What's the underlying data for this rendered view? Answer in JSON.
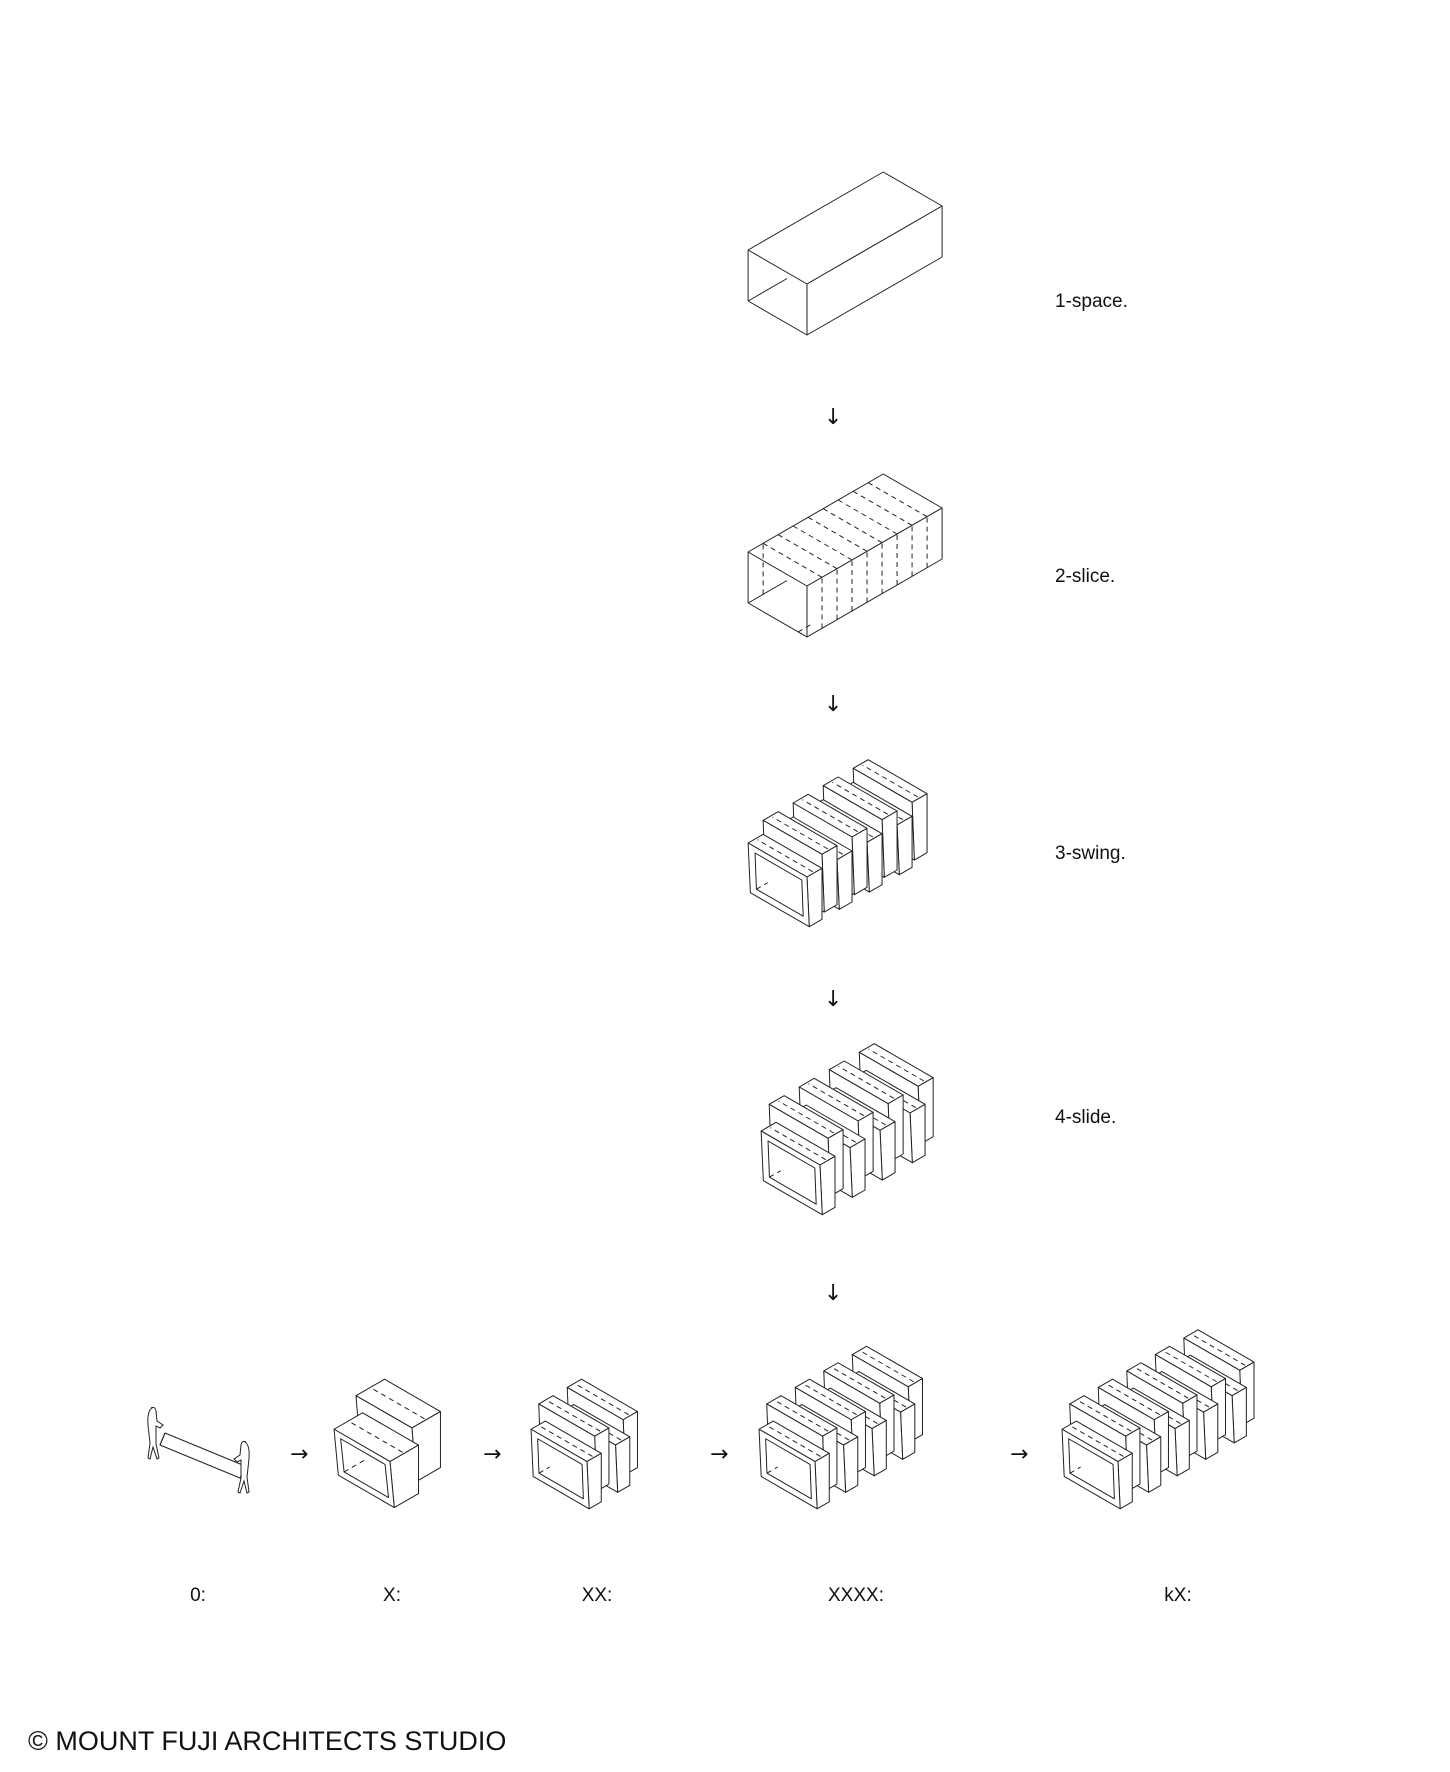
{
  "steps": [
    {
      "label": "1-space.",
      "variant": "space"
    },
    {
      "label": "2-slice.",
      "variant": "slice"
    },
    {
      "label": "3-swing.",
      "variant": "swing"
    },
    {
      "label": "4-slide.",
      "variant": "slide"
    }
  ],
  "step_arrow": "↓",
  "sequence": [
    {
      "label": "0:",
      "variant": "people",
      "segments": 0
    },
    {
      "label": "X:",
      "variant": "slide",
      "segments": 2
    },
    {
      "label": "XX:",
      "variant": "slide",
      "segments": 4
    },
    {
      "label": "XXXX:",
      "variant": "slide",
      "segments": 8
    },
    {
      "label": "kX:",
      "variant": "slide",
      "segments": 10
    }
  ],
  "sequence_arrow": "→",
  "copyright": "© MOUNT FUJI ARCHITECTS STUDIO",
  "colors": {
    "line": "#222222",
    "background": "#ffffff"
  }
}
